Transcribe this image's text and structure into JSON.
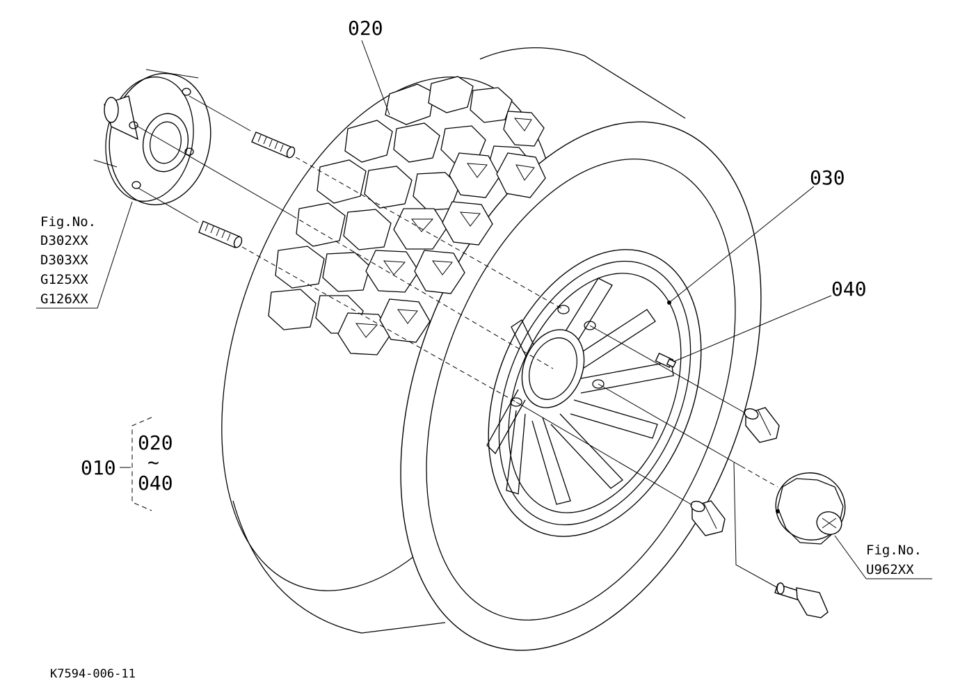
{
  "diagram": {
    "labels": {
      "tire": "020",
      "rim": "030",
      "valve": "040",
      "assembly": "010",
      "range_start": "020",
      "range_tilde": "~",
      "range_end": "040"
    },
    "hub_reference": {
      "heading": "Fig.No.",
      "figures": [
        "D302XX",
        "D303XX",
        "G125XX",
        "G126XX"
      ]
    },
    "cap_reference": {
      "heading": "Fig.No.",
      "figures": [
        "U962XX"
      ]
    },
    "drawing_code": "K7594-006-11"
  }
}
